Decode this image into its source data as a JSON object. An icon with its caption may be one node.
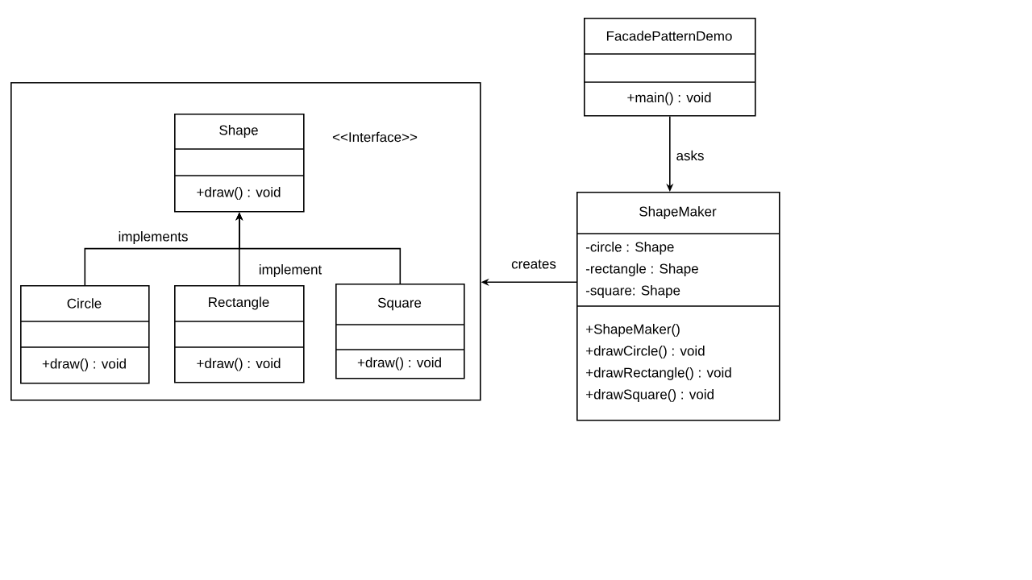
{
  "diagram": {
    "nodes": [
      {
        "text": [
          "FacadePatternDemo",
          "+main()  : void"
        ]
      },
      {
        "text": [
          "ShapeMaker",
          "-circle : Shape",
          "-rectangle : Shape",
          "-square: Shape",
          "+ShapeMaker()",
          "+drawCircle()  : void",
          "+drawRectangle() : void",
          "+drawSquare()  : void"
        ]
      },
      {
        "text": [],
        "shape": "box"
      },
      {
        "text": [
          "Shape",
          "+draw() : void"
        ],
        "beside": [
          "<<Interface>>"
        ],
        "in": 2
      },
      {
        "text": [
          "Circle",
          "+draw() : void"
        ],
        "in": 2
      },
      {
        "text": [
          "Rectangle",
          "+draw() : void"
        ],
        "in": 2
      },
      {
        "text": [
          "Square",
          "+draw() : void"
        ],
        "in": 2
      }
    ],
    "edges": [
      {
        "from": 0,
        "to": 1,
        "arrow": "to",
        "label": "asks"
      },
      {
        "from": 1,
        "to": 2,
        "arrow": "to",
        "label": "creates"
      },
      {
        "from": 4,
        "to": 3,
        "arrow": "to",
        "label": "implements"
      },
      {
        "from": 5,
        "to": 3,
        "arrow": "to",
        "label": "implement"
      },
      {
        "from": 6,
        "to": 3,
        "arrow": "to"
      }
    ]
  }
}
